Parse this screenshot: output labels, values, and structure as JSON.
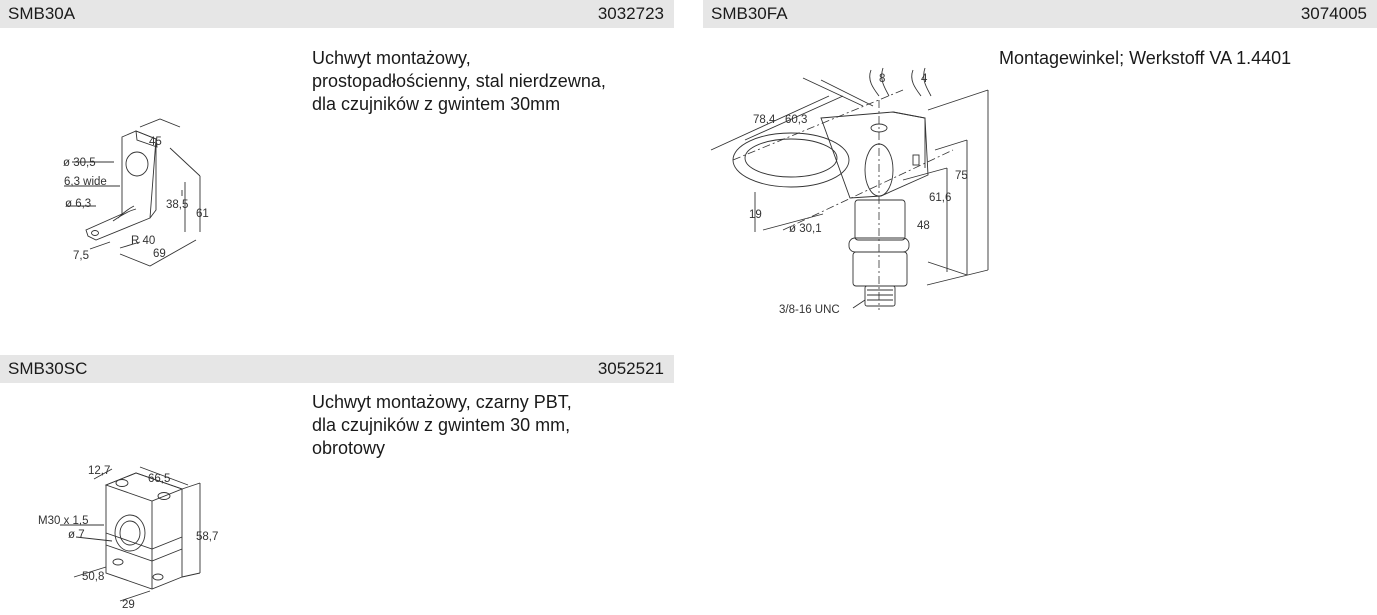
{
  "products": [
    {
      "name": "SMB30A",
      "code": "3032723",
      "description": "Uchwyt montażowy,\nprostopadłościenny, stal nierdzewna,\ndla czujników z gwintem 30mm",
      "dimensions": [
        "45",
        "ø 30,5",
        "6,3 wide",
        "ø 6,3",
        "38,5",
        "61",
        "R 40",
        "7,5",
        "69"
      ]
    },
    {
      "name": "SMB30FA",
      "code": "3074005",
      "description": "Montagewinkel; Werkstoff VA 1.4401",
      "dimensions": [
        "8",
        "4",
        "78,4",
        "60,3",
        "75",
        "61,6",
        "48",
        "19",
        "ø 30,1",
        "3/8-16 UNC"
      ]
    },
    {
      "name": "SMB30SC",
      "code": "3052521",
      "description": "Uchwyt montażowy, czarny PBT,\ndla czujników z gwintem 30 mm,\nobrotowy",
      "dimensions": [
        "12,7",
        "66,5",
        "M30 x 1,5",
        "ø 7",
        "58,7",
        "50,8",
        "29"
      ]
    }
  ]
}
